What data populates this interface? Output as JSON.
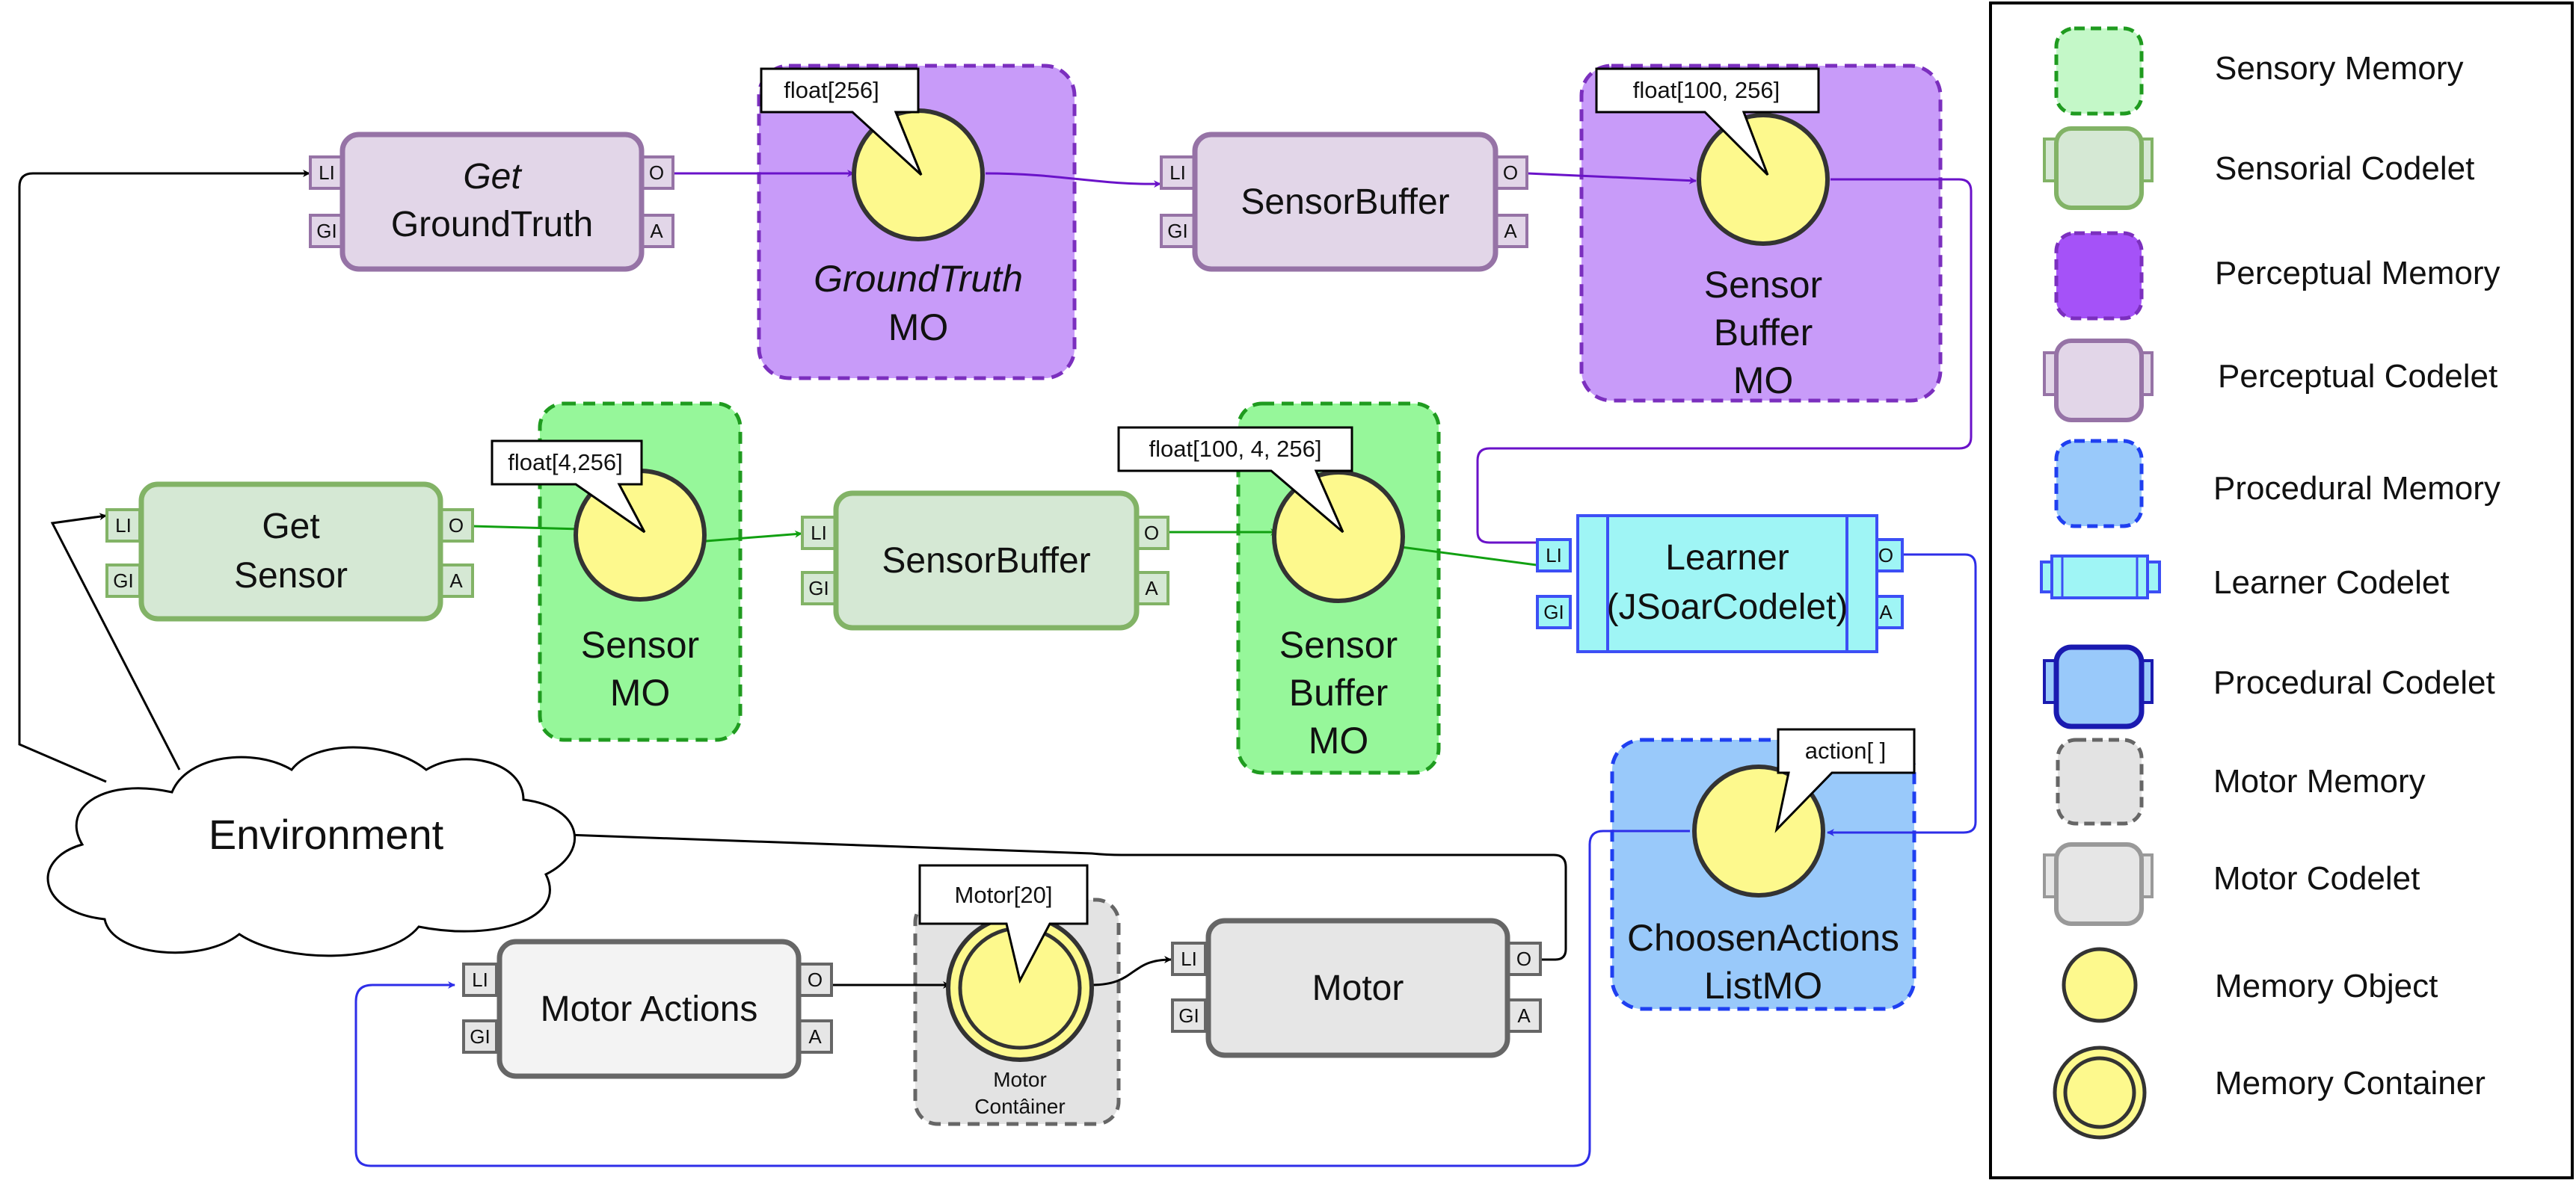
{
  "colors": {
    "perceptual_memory_fill": "#c89bf9",
    "perceptual_memory_stroke": "#7b2fbe",
    "perceptual_codelet_fill": "#e2d6e8",
    "perceptual_codelet_stroke": "#9673a6",
    "sensory_memory_fill": "#96f79a",
    "sensory_memory_stroke": "#1f9b1f",
    "sensorial_codelet_fill": "#d5e8d4",
    "sensorial_codelet_stroke": "#82b366",
    "procedural_memory_fill": "#99c9fa",
    "procedural_memory_stroke": "#1f3ff0",
    "learner_fill": "#9ff5f5",
    "learner_stroke": "#3c4ff5",
    "motor_memory_fill": "#e3e3e3",
    "motor_memory_stroke": "#666666",
    "motor_codelet_fill": "#e6e6e6",
    "motor_codelet_stroke": "#666666",
    "memory_object_fill": "#fdf98d",
    "purple_arrow": "#6a12c9",
    "green_arrow": "#11a011",
    "blue_arrow": "#2e2ee8",
    "black_arrow": "#000000"
  },
  "ports": {
    "li": "LI",
    "gi": "GI",
    "o": "O",
    "a": "A"
  },
  "codelets": {
    "get_groundtruth": {
      "line1": "Get",
      "line2": "GroundTruth"
    },
    "perceptual_sensorbuffer": {
      "label": "SensorBuffer"
    },
    "get_sensor": {
      "line1": "Get",
      "line2": "Sensor"
    },
    "sensorial_sensorbuffer": {
      "label": "SensorBuffer"
    },
    "learner": {
      "line1": "Learner",
      "line2": "(JSoarCodelet)"
    },
    "motor_actions": {
      "label": "Motor Actions"
    },
    "motor": {
      "label": "Motor"
    }
  },
  "memories": {
    "groundtruth_mo": {
      "line1": "GroundTruth",
      "line2": "MO",
      "callout": "float[256]"
    },
    "perceptual_sensor_buffer_mo": {
      "line1": "Sensor",
      "line2": "Buffer",
      "line3": "MO",
      "callout": "float[100, 256]"
    },
    "sensor_mo": {
      "line1": "Sensor",
      "line2": "MO",
      "callout": "float[4,256]"
    },
    "sensory_sensor_buffer_mo": {
      "line1": "Sensor",
      "line2": "Buffer",
      "line3": "MO",
      "callout": "float[100, 4, 256]"
    },
    "chosen_actions": {
      "line1": "ChoosenActions",
      "line2": "ListMO",
      "callout": "action[ ]"
    },
    "motor_container": {
      "line1": "Motor",
      "line2": "Contâiner",
      "callout": "Motor[20]"
    }
  },
  "environment": {
    "label": "Environment"
  },
  "legend": {
    "items": [
      {
        "label": "Sensory Memory"
      },
      {
        "label": "Sensorial Codelet"
      },
      {
        "label": "Perceptual Memory"
      },
      {
        "label": "Perceptual Codelet"
      },
      {
        "label": "Procedural Memory"
      },
      {
        "label": "Learner Codelet"
      },
      {
        "label": "Procedural Codelet"
      },
      {
        "label": "Motor Memory"
      },
      {
        "label": "Motor Codelet"
      },
      {
        "label": "Memory Object"
      },
      {
        "label": "Memory Container"
      }
    ]
  }
}
